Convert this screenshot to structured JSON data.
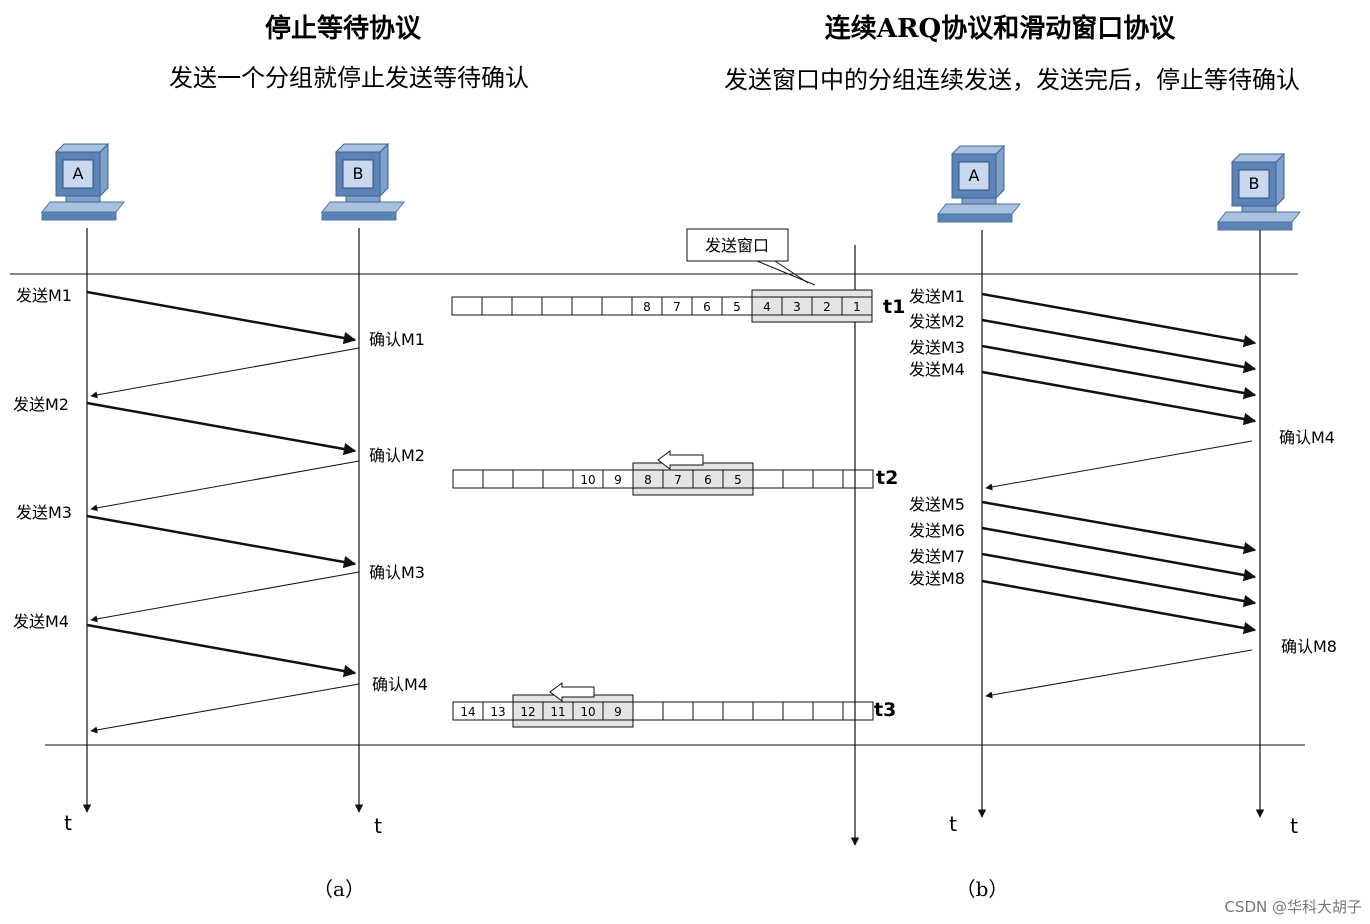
{
  "left": {
    "title": "停止等待协议",
    "subtitle": "发送一个分组就停止发送等待确认",
    "hosts": [
      "A",
      "B"
    ],
    "sends": [
      "发送M1",
      "发送M2",
      "发送M3",
      "发送M4"
    ],
    "acks": [
      "确认M1",
      "确认M2",
      "确认M3",
      "确认M4"
    ],
    "axis": [
      "t",
      "t"
    ],
    "caption": "（a）"
  },
  "right": {
    "title": "连续ARQ协议和滑动窗口协议",
    "subtitle": "发送窗口中的分组连续发送，发送完后，停止等待确认",
    "hosts": [
      "A",
      "B"
    ],
    "sends": [
      "发送M1",
      "发送M2",
      "发送M3",
      "发送M4",
      "发送M5",
      "发送M6",
      "发送M7",
      "发送M8"
    ],
    "acks": [
      "确认M4",
      "确认M8"
    ],
    "axis": [
      "t",
      "t"
    ],
    "caption": "（b）"
  },
  "window": {
    "label": "发送窗口",
    "rows": [
      {
        "time": "t1",
        "cells": [
          "",
          "",
          "",
          "",
          "",
          "",
          "8",
          "7",
          "6",
          "5",
          "4",
          "3",
          "2",
          "1"
        ]
      },
      {
        "time": "t2",
        "cells": [
          "",
          "",
          "",
          "",
          "10",
          "9",
          "8",
          "7",
          "6",
          "5",
          "",
          "",
          "",
          ""
        ]
      },
      {
        "time": "t3",
        "cells": [
          "14",
          "13",
          "12",
          "11",
          "10",
          "9",
          "",
          "",
          "",
          "",
          "",
          "",
          "",
          ""
        ]
      }
    ]
  },
  "watermark": "CSDN @华科大胡子",
  "colors": {
    "monitor": "#5b83b5",
    "monitor_light": "#a9c0df",
    "screen": "#c9d8ee",
    "window_fill": "#e4e4e4"
  }
}
